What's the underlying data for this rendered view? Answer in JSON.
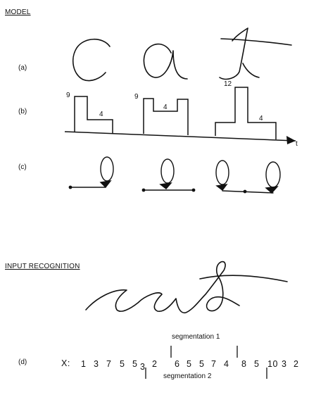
{
  "headings": {
    "model": "MODEL",
    "input_recognition": "INPUT RECOGNITION"
  },
  "row_labels": {
    "a": "(a)",
    "b": "(b)",
    "c": "(c)",
    "d": "(d)"
  },
  "timeline": {
    "time_axis_label": "t",
    "peak_labels": [
      "9",
      "9",
      "12"
    ],
    "plateau_labels": [
      "4",
      "4",
      "4"
    ]
  },
  "segmentation": {
    "label_1": "segmentation 1",
    "label_2": "segmentation 2",
    "sequence_prefix": "X:",
    "sequence": [
      "1",
      "3",
      "7",
      "5",
      "5",
      "3",
      "2",
      "6",
      "5",
      "5",
      "7",
      "4",
      "8",
      "5",
      "10",
      "3",
      "2"
    ]
  },
  "handwriting": {
    "model_letters": [
      "c",
      "a",
      "t"
    ],
    "input_word": "cat"
  }
}
